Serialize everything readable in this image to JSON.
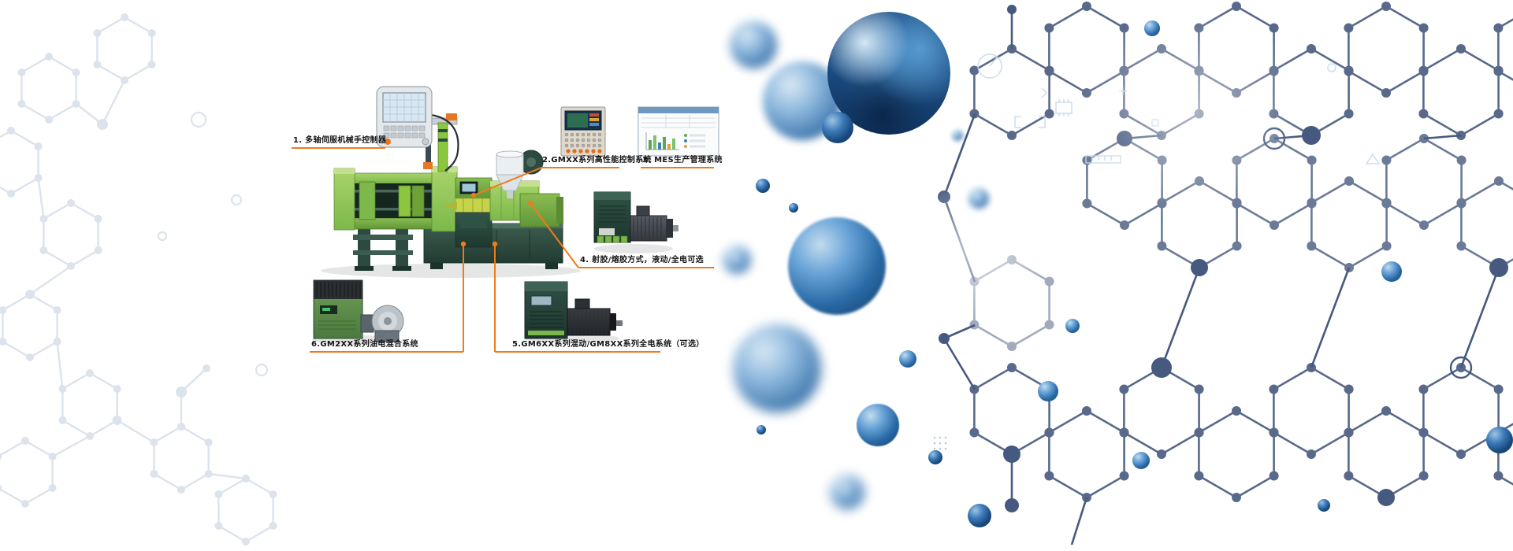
{
  "colors": {
    "accent_orange": "#f07b1d",
    "machine_green": "#8cc63f",
    "machine_dark": "#2c4a40",
    "molecule_navy": "#46597e",
    "molecule_gray": "#dce3ec",
    "sphere_blue": "#2a6aa6"
  },
  "callouts": [
    {
      "id": "1",
      "label": "1. 多轴伺服机械手控制器",
      "target": "handheld-pendant"
    },
    {
      "id": "2",
      "label": "2.GMXX系列高性能控制系统",
      "target": "control-panel"
    },
    {
      "id": "3",
      "label": "3. MES生产管理系统",
      "target": "mes-screen"
    },
    {
      "id": "4",
      "label": "4. 射胶/熔胶方式，液动/全电可选",
      "target": "injection-drive-motor"
    },
    {
      "id": "5",
      "label": "5.GM6XX系列混动/GM8XX系列全电系统（可选）",
      "target": "hybrid-drive-motor"
    },
    {
      "id": "6",
      "label": "6.GM2XX系列油电混合系统",
      "target": "oil-electric-drive"
    }
  ]
}
